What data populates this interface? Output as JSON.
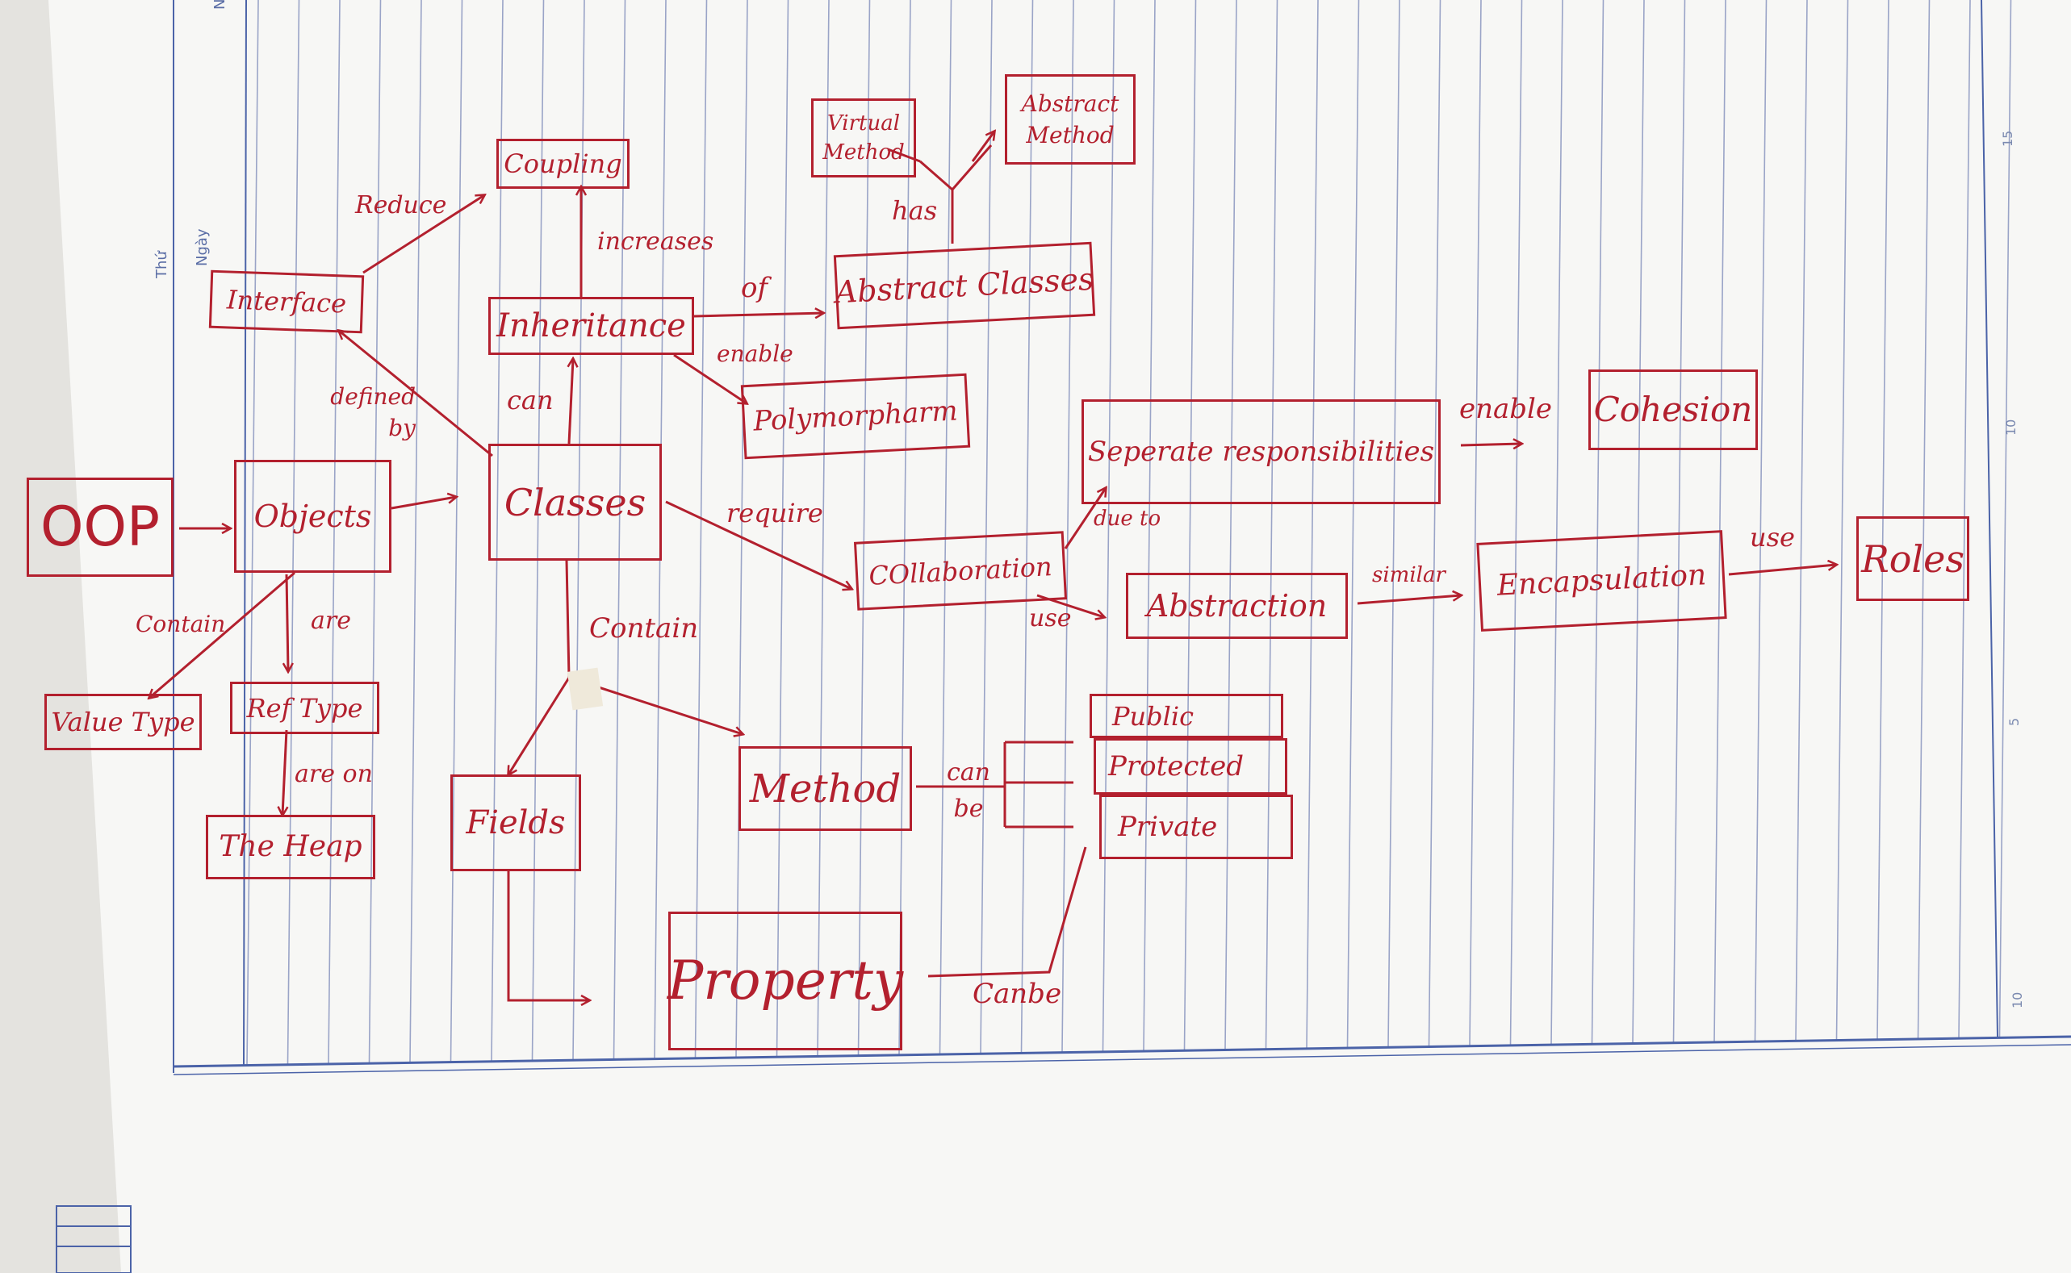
{
  "header": {
    "weekday_label": "Thứ",
    "date_label": "Ngày",
    "corner_mark": "N"
  },
  "ruler_marks": [
    "15",
    "10",
    "5",
    "10"
  ],
  "colors": {
    "ink": "#b3202e",
    "paper": "#f7f7f5",
    "rule_lines": "#9aa4c7",
    "margin_blue": "#4b63a8"
  },
  "nodes": {
    "oop": "OOP",
    "objects": "Objects",
    "classes": "Classes",
    "interface": "Interface",
    "coupling": "Coupling",
    "inheritance": "Inheritance",
    "virtual_method": "Virtual Method",
    "abstract_method": "Abstract Method",
    "abstract_classes": "Abstract Classes",
    "polymorphism": "Polymorpharm",
    "separate_responsibilities": "Seperate responsibilities",
    "cohesion": "Cohesion",
    "collaboration": "COllaboration",
    "abstraction": "Abstraction",
    "encapsulation": "Encapsulation",
    "roles": "Roles",
    "value_type": "Value Type",
    "ref_type": "Ref Type",
    "the_heap": "The Heap",
    "fields": "Fields",
    "method": "Method",
    "property": "Property",
    "public": "Public",
    "protected": "Protected",
    "private": "Private"
  },
  "edge_labels": {
    "reduce": "Reduce",
    "increases": "increases",
    "has": "has",
    "of": "of",
    "enable_poly": "enable",
    "can_inherit": "can",
    "defined_by": "defined by",
    "require": "require",
    "due_to": "due to",
    "enable_cohesion": "enable",
    "use_abstraction": "use",
    "similar": "similar",
    "use_roles": "use",
    "contain_value": "Contain",
    "are": "are",
    "are_on": "are on",
    "contain_classes": "Contain",
    "can_be_method": "can be",
    "canbe_property": "Canbe"
  }
}
